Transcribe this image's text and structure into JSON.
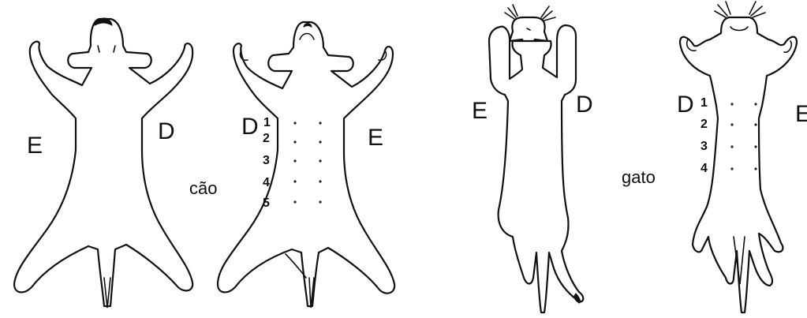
{
  "dog": {
    "species_label": "cão",
    "dorsal": {
      "left_side": "E",
      "right_side": "D"
    },
    "ventral": {
      "left_side": "D",
      "right_side": "E",
      "teat_pairs": [
        "1",
        "2",
        "3",
        "4",
        "5"
      ]
    }
  },
  "cat": {
    "species_label": "gato",
    "dorsal": {
      "left_side": "E",
      "right_side": "D"
    },
    "ventral": {
      "left_side": "D",
      "right_side": "E",
      "teat_pairs": [
        "1",
        "2",
        "3",
        "4"
      ]
    }
  }
}
